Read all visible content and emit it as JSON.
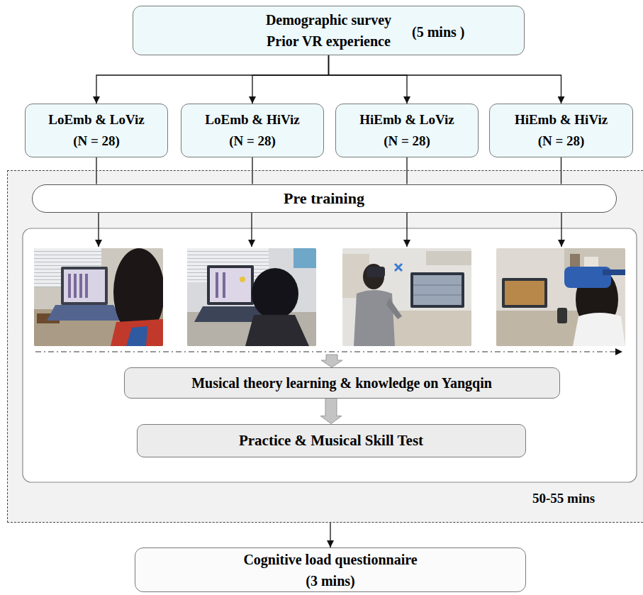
{
  "diagram": {
    "nodes": [
      {
        "text": [
          "Demographic survey",
          "Prior VR experience",
          "(5 mins )"
        ]
      },
      {
        "text": [
          "LoEmb & LoViz",
          "(N = 28)"
        ]
      },
      {
        "text": [
          "LoEmb & HiViz",
          "(N = 28)"
        ]
      },
      {
        "text": [
          "HiEmb & LoViz",
          "(N = 28)"
        ]
      },
      {
        "text": [
          "HiEmb & HiViz",
          "(N = 28)"
        ]
      },
      {
        "text": [
          "50-55 mins"
        ]
      },
      {
        "text": [
          "Pre training"
        ],
        "in": 5
      },
      {
        "text": [
          "Musical theory learning & knowledge on Yangqin"
        ],
        "in": 5
      },
      {
        "text": [
          "Practice & Musical Skill Test"
        ],
        "in": 5
      },
      {
        "text": [
          "Cognitive load questionnaire",
          "(3 mins)"
        ]
      }
    ],
    "edges": [
      {
        "from": 0,
        "to": 1,
        "arrow": "to"
      },
      {
        "from": 0,
        "to": 2,
        "arrow": "to"
      },
      {
        "from": 0,
        "to": 3,
        "arrow": "to"
      },
      {
        "from": 0,
        "to": 4,
        "arrow": "to"
      },
      {
        "from": 1,
        "to": 6,
        "arrow": "none"
      },
      {
        "from": 2,
        "to": 6,
        "arrow": "none"
      },
      {
        "from": 3,
        "to": 6,
        "arrow": "none"
      },
      {
        "from": 4,
        "to": 6,
        "arrow": "none"
      },
      {
        "from": 7,
        "to": 8,
        "arrow": "to"
      },
      {
        "from": 5,
        "to": 9,
        "arrow": "to"
      }
    ]
  }
}
